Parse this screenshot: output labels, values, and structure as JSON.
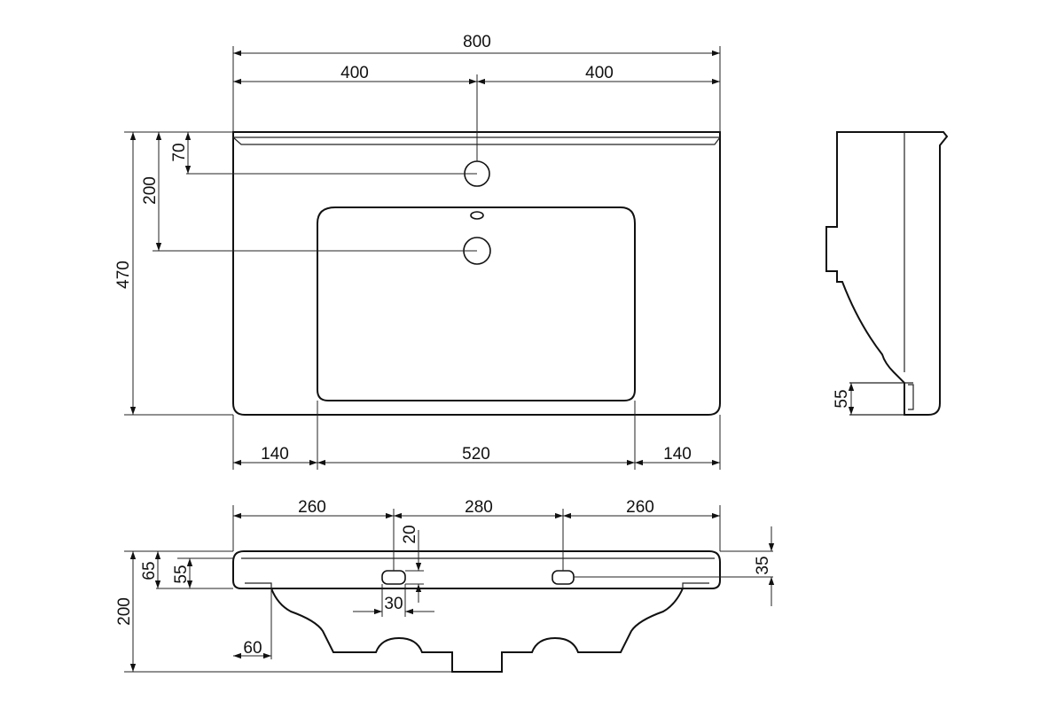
{
  "top_view": {
    "dims": {
      "overall_width": "800",
      "half_left": "400",
      "half_right": "400",
      "tap_offset": "70",
      "drain_offset": "200",
      "overall_depth": "470",
      "margin_left": "140",
      "bowl_width": "520",
      "margin_right": "140"
    }
  },
  "side_view": {
    "dims": {
      "foot_height": "55"
    }
  },
  "front_view": {
    "dims": {
      "left_span": "260",
      "center_span": "280",
      "right_span": "260",
      "hole_top": "20",
      "hole_width": "30",
      "rim_height": "65",
      "hole_height": "55",
      "right_hole": "35",
      "total_height": "200",
      "leg_offset": "60"
    }
  }
}
